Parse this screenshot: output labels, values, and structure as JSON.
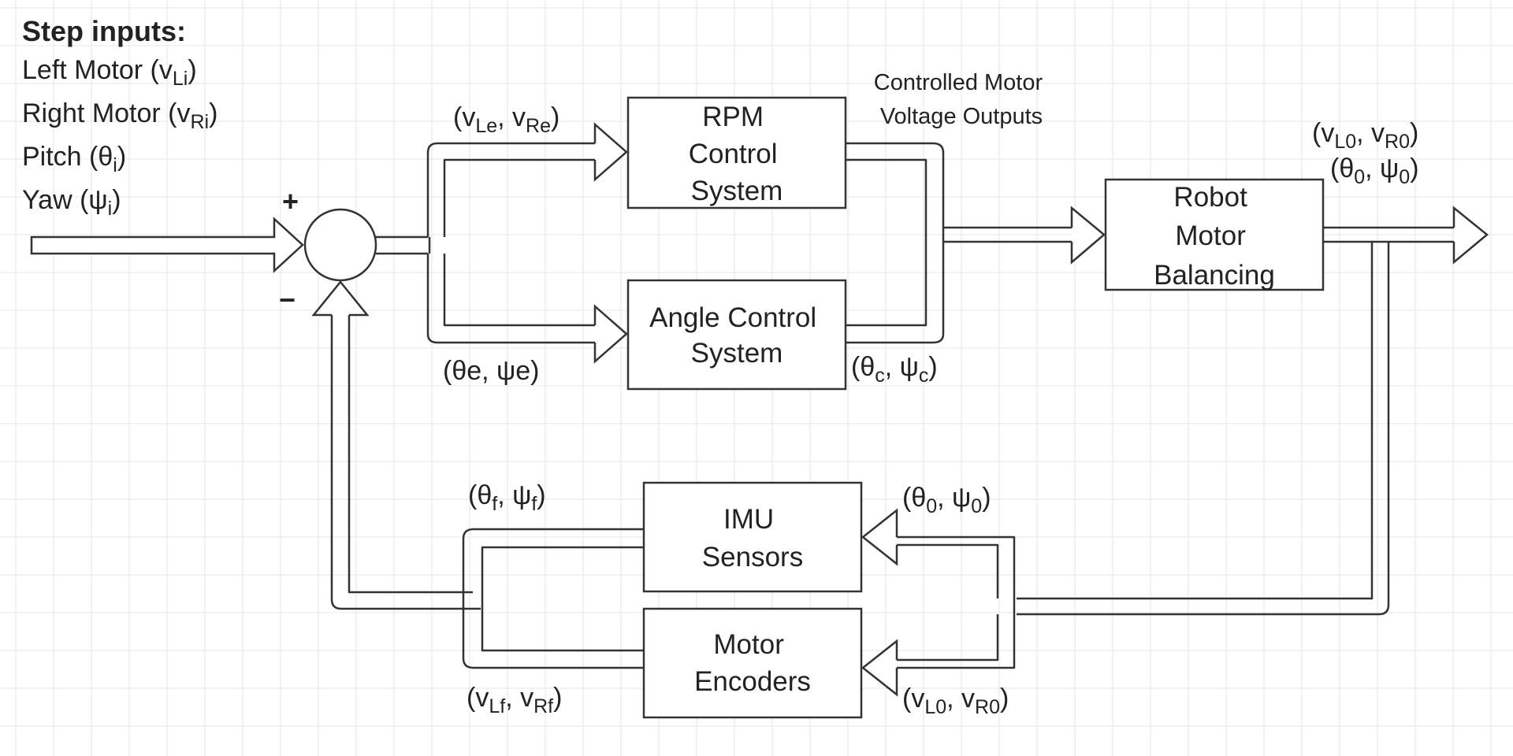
{
  "step_inputs": {
    "heading": "Step inputs:",
    "items": [
      {
        "text": "Left Motor (v",
        "sub": "Li",
        "end": ")"
      },
      {
        "text": "Right Motor (v",
        "sub": "Ri",
        "end": ")"
      },
      {
        "text": "Pitch (θ",
        "sub": "i",
        "end": ")"
      },
      {
        "text": "Yaw (ψ",
        "sub": "i",
        "end": ")"
      }
    ]
  },
  "summing_junction": {
    "plus": "+",
    "minus": "−"
  },
  "blocks": {
    "rpm": [
      "RPM",
      "Control",
      "System"
    ],
    "angle": [
      "Angle Control",
      "System"
    ],
    "robot": [
      "Robot",
      "Motor",
      "Balancing"
    ],
    "imu": [
      "IMU",
      "Sensors"
    ],
    "encoders": [
      "Motor",
      "Encoders"
    ]
  },
  "annotations": {
    "controlled_outputs": [
      "Controlled Motor",
      "Voltage Outputs"
    ]
  },
  "signals": {
    "rpm_error": {
      "a": "(v",
      "a_sub": "Le",
      "b": ", v",
      "b_sub": "Re",
      "c": ")"
    },
    "angle_error": "(θe, ψe)",
    "angle_controlled": {
      "a": "(θ",
      "a_sub": "c",
      "b": ", ψ",
      "b_sub": "c",
      "c": ")"
    },
    "output_v": {
      "a": "(v",
      "a_sub": "L0",
      "b": ", v",
      "b_sub": "R0",
      "c": ")"
    },
    "output_angle": {
      "a": "(θ",
      "a_sub": "0",
      "b": ", ψ",
      "b_sub": "0",
      "c": ")"
    },
    "imu_in": {
      "a": "(θ",
      "a_sub": "0",
      "b": ", ψ",
      "b_sub": "0",
      "c": ")"
    },
    "imu_out": {
      "a": "(θ",
      "a_sub": "f",
      "b": ", ψ",
      "b_sub": "f",
      "c": ")"
    },
    "enc_in": {
      "a": "(v",
      "a_sub": "L0",
      "b": ", v",
      "b_sub": "R0",
      "c": ")"
    },
    "enc_out": {
      "a": "(v",
      "a_sub": "Lf",
      "b": ", v",
      "b_sub": "Rf",
      "c": ")"
    }
  }
}
